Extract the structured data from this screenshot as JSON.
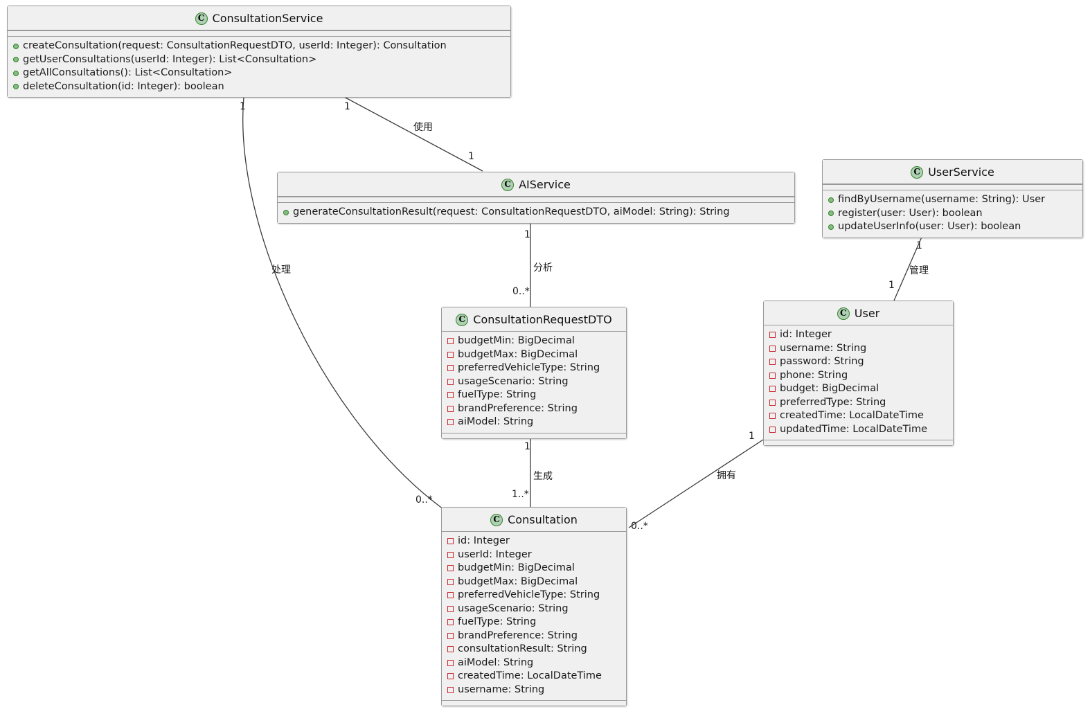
{
  "diagram": {
    "title": "UML Class Diagram",
    "colors": {
      "box_fill": "#f0f0f0",
      "box_border": "#999999",
      "class_icon_fill": "#ADD1B2",
      "class_icon_border": "#38812c",
      "method_bullet": "#84BE84",
      "field_bullet_border": "#C82930",
      "edge_stroke": "#3a3a3a",
      "background": "#ffffff"
    },
    "classes": [
      {
        "id": "ConsultationService",
        "name": "ConsultationService",
        "stereotype_icon": "class-icon",
        "fields": [],
        "methods": [
          "createConsultation(request: ConsultationRequestDTO, userId: Integer): Consultation",
          "getUserConsultations(userId: Integer): List<Consultation>",
          "getAllConsultations(): List<Consultation>",
          "deleteConsultation(id: Integer): boolean"
        ]
      },
      {
        "id": "AIService",
        "name": "AIService",
        "stereotype_icon": "class-icon",
        "fields": [],
        "methods": [
          "generateConsultationResult(request: ConsultationRequestDTO, aiModel: String): String"
        ]
      },
      {
        "id": "UserService",
        "name": "UserService",
        "stereotype_icon": "class-icon",
        "fields": [],
        "methods": [
          "findByUsername(username: String): User",
          "register(user: User): boolean",
          "updateUserInfo(user: User): boolean"
        ]
      },
      {
        "id": "ConsultationRequestDTO",
        "name": "ConsultationRequestDTO",
        "stereotype_icon": "class-icon",
        "fields": [
          "budgetMin: BigDecimal",
          "budgetMax: BigDecimal",
          "preferredVehicleType: String",
          "usageScenario: String",
          "fuelType: String",
          "brandPreference: String",
          "aiModel: String"
        ],
        "methods": []
      },
      {
        "id": "User",
        "name": "User",
        "stereotype_icon": "class-icon",
        "fields": [
          "id: Integer",
          "username: String",
          "password: String",
          "phone: String",
          "budget: BigDecimal",
          "preferredType: String",
          "createdTime: LocalDateTime",
          "updatedTime: LocalDateTime"
        ],
        "methods": []
      },
      {
        "id": "Consultation",
        "name": "Consultation",
        "stereotype_icon": "class-icon",
        "fields": [
          "id: Integer",
          "userId: Integer",
          "budgetMin: BigDecimal",
          "budgetMax: BigDecimal",
          "preferredVehicleType: String",
          "usageScenario: String",
          "fuelType: String",
          "brandPreference: String",
          "consultationResult: String",
          "aiModel: String",
          "createdTime: LocalDateTime",
          "username: String"
        ],
        "methods": []
      }
    ],
    "relations": [
      {
        "id": "rel-use",
        "from": "ConsultationService",
        "to": "AIService",
        "label": "使用",
        "source_multiplicity": "1",
        "target_multiplicity": "1"
      },
      {
        "id": "rel-process",
        "from": "ConsultationService",
        "to": "Consultation",
        "label": "处理",
        "source_multiplicity": "1",
        "target_multiplicity": "0..*"
      },
      {
        "id": "rel-analyze",
        "from": "AIService",
        "to": "ConsultationRequestDTO",
        "label": "分析",
        "source_multiplicity": "1",
        "target_multiplicity": "0..*"
      },
      {
        "id": "rel-generate",
        "from": "ConsultationRequestDTO",
        "to": "Consultation",
        "label": "生成",
        "source_multiplicity": "1",
        "target_multiplicity": "1..*"
      },
      {
        "id": "rel-manage",
        "from": "UserService",
        "to": "User",
        "label": "管理",
        "source_multiplicity": "1",
        "target_multiplicity": "1"
      },
      {
        "id": "rel-own",
        "from": "User",
        "to": "Consultation",
        "label": "拥有",
        "source_multiplicity": "1",
        "target_multiplicity": "0..*"
      }
    ]
  }
}
